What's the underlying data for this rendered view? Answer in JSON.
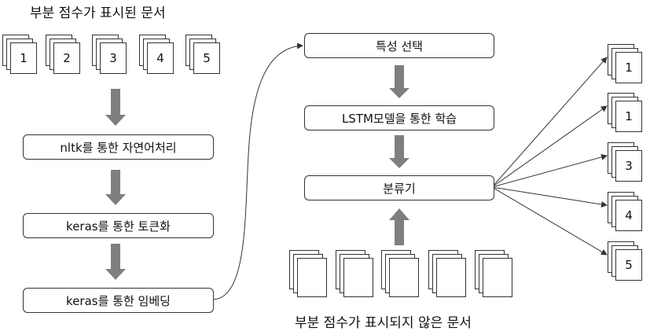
{
  "labeled_docs": {
    "caption": "부분 점수가 표시된 문서",
    "doc_numbers": [
      "1",
      "2",
      "3",
      "4",
      "5"
    ]
  },
  "left_pipeline": {
    "step1": "nltk를 통한 자연어처리",
    "step2": "keras를 통한 토큰화",
    "step3": "keras를 통한 임베딩"
  },
  "center_pipeline": {
    "feature_selection": "특성 선택",
    "lstm_training": "LSTM모델을 통한 학습",
    "classifier": "분류기"
  },
  "unlabeled_docs": {
    "caption": "부분 점수가 표시되지 않은 문서"
  },
  "outputs": {
    "doc_numbers": [
      "1",
      "1",
      "3",
      "4",
      "5"
    ]
  },
  "colors": {
    "arrow_gray": "#7f7f7f",
    "border": "#333333"
  }
}
